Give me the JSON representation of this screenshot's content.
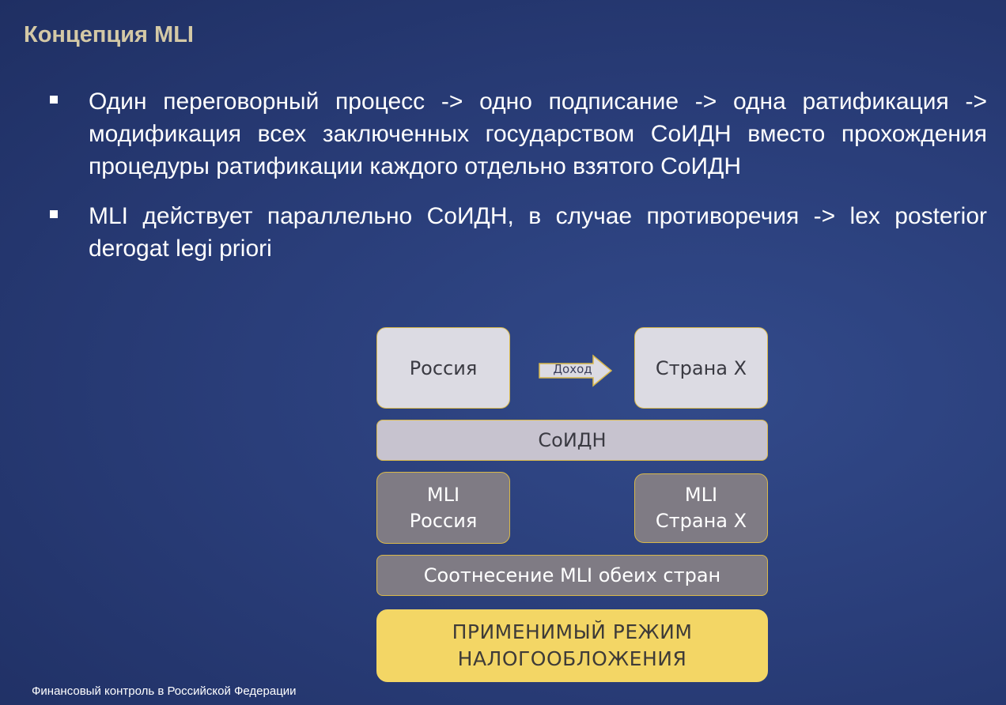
{
  "slide": {
    "title": "Концепция MLI",
    "bullets": [
      "Один переговорный процесс -> одно подписание -> одна ратификация -> модификация всех заключенных государством СоИДН вместо прохождения процедуры ратификации каждого отдельно взятого СоИДН",
      "MLI действует параллельно СоИДН, в случае противоречия -> lex posterior derogat legi priori"
    ],
    "footer": "Финансовый контроль в Российской Федерации"
  },
  "diagram": {
    "russia": "Россия",
    "country_x": "Страна X",
    "arrow_label": "Доход",
    "treaty": "СоИДН",
    "mli_russia": [
      "MLI",
      "Россия"
    ],
    "mli_country_x": [
      "MLI",
      "Страна X"
    ],
    "correlation": "Соотнесение MLI обеих стран",
    "result": [
      "ПРИМЕНИМЫЙ РЕЖИМ",
      "НАЛОГООБЛОЖЕНИЯ"
    ],
    "colors": {
      "box_light": "#dcdbe3",
      "box_mid": "#c7c3cf",
      "box_dark": "#7f7b84",
      "box_result": "#f3d665",
      "border_gold": "#d8b84a",
      "title_color": "#d4c9a6"
    }
  }
}
